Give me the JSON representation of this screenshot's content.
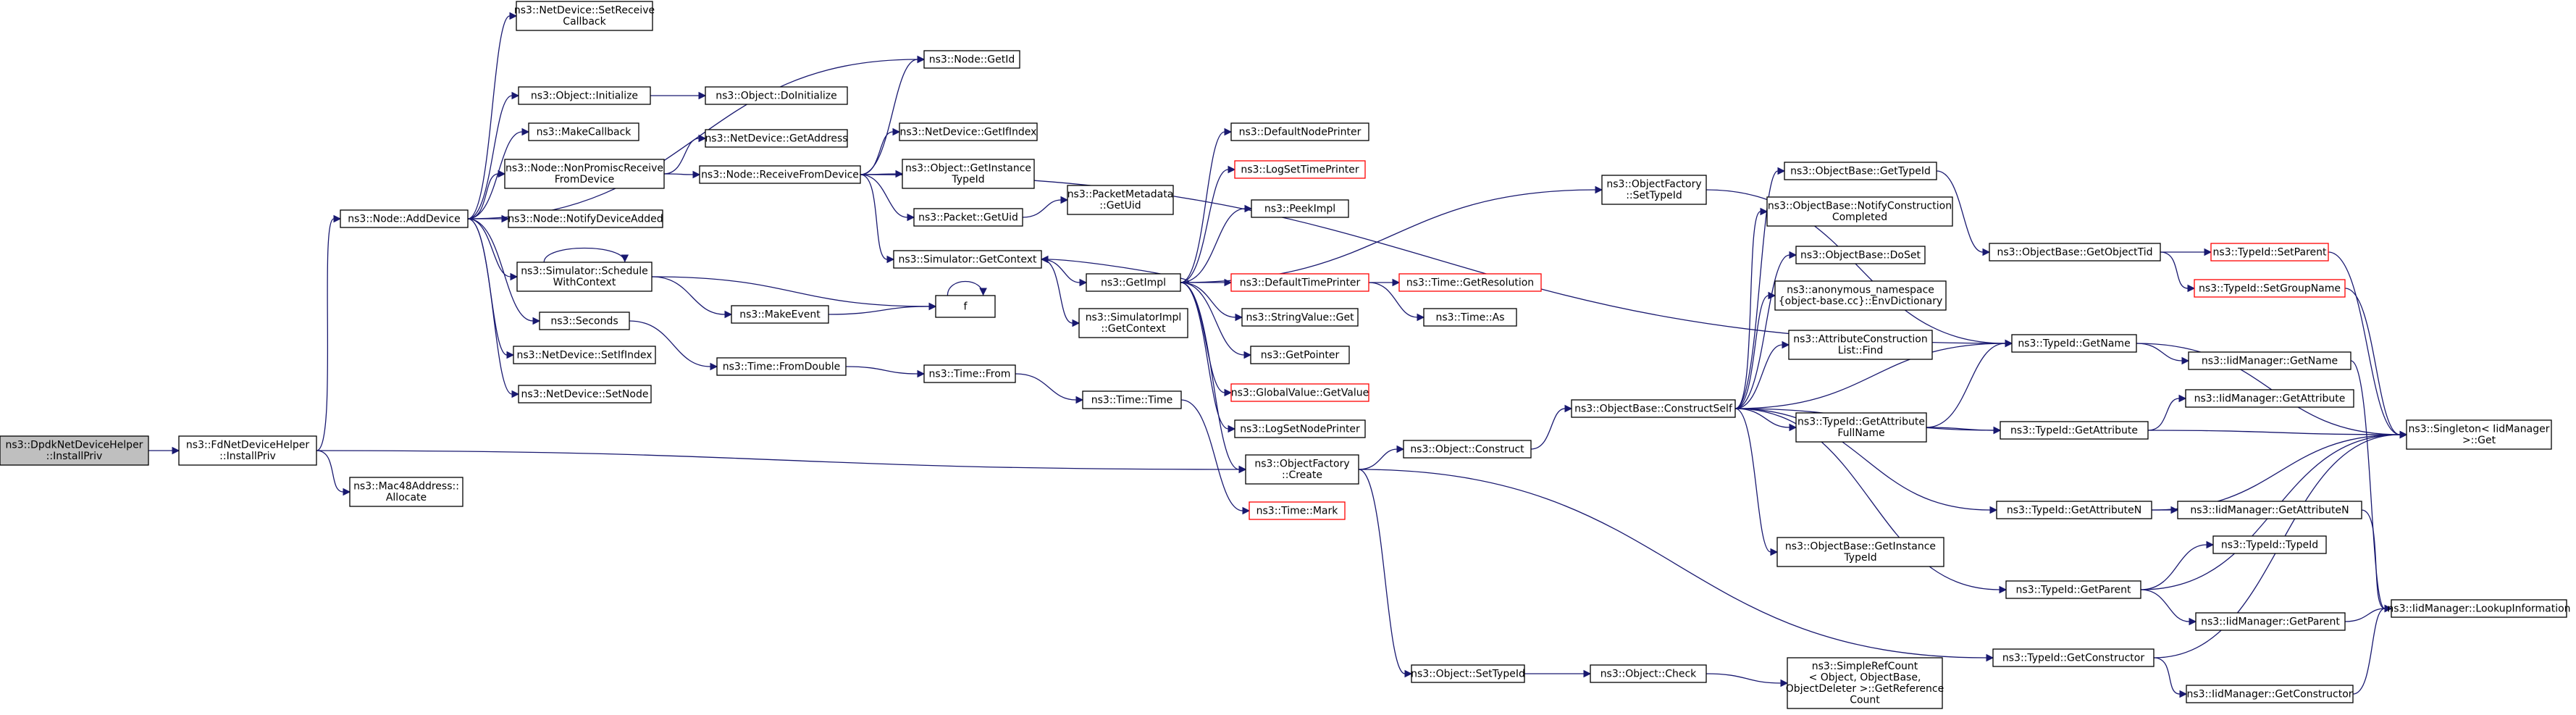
{
  "diagram": {
    "title": "ns3::DpdkNetDeviceHelper::InstallPriv call graph",
    "nodes": [
      {
        "id": "dpdk",
        "lines": [
          "ns3::DpdkNetDeviceHelper",
          "::InstallPriv"
        ],
        "style": "root"
      },
      {
        "id": "fdi",
        "lines": [
          "ns3::FdNetDeviceHelper",
          "::InstallPriv"
        ]
      },
      {
        "id": "adddev",
        "lines": [
          "ns3::Node::AddDevice"
        ]
      },
      {
        "id": "mac48",
        "lines": [
          "ns3::Mac48Address::",
          "Allocate"
        ]
      },
      {
        "id": "objcreate",
        "lines": [
          "ns3::ObjectFactory",
          "::Create"
        ]
      },
      {
        "id": "setrecv",
        "lines": [
          "ns3::NetDevice::SetReceive",
          "Callback"
        ]
      },
      {
        "id": "getid",
        "lines": [
          "ns3::Node::GetId"
        ]
      },
      {
        "id": "init",
        "lines": [
          "ns3::Object::Initialize"
        ]
      },
      {
        "id": "doinit",
        "lines": [
          "ns3::Object::DoInitialize"
        ]
      },
      {
        "id": "makecb",
        "lines": [
          "ns3::MakeCallback"
        ]
      },
      {
        "id": "getaddr",
        "lines": [
          "ns3::NetDevice::GetAddress"
        ]
      },
      {
        "id": "nonprom",
        "lines": [
          "ns3::Node::NonPromiscReceive",
          "FromDevice"
        ]
      },
      {
        "id": "recvfrom",
        "lines": [
          "ns3::Node::ReceiveFromDevice"
        ]
      },
      {
        "id": "notify",
        "lines": [
          "ns3::Node::NotifyDeviceAdded"
        ]
      },
      {
        "id": "schedctx",
        "lines": [
          "ns3::Simulator::Schedule",
          "WithContext"
        ]
      },
      {
        "id": "seconds",
        "lines": [
          "ns3::Seconds"
        ]
      },
      {
        "id": "setifidx",
        "lines": [
          "ns3::NetDevice::SetIfIndex"
        ]
      },
      {
        "id": "setnode",
        "lines": [
          "ns3::NetDevice::SetNode"
        ]
      },
      {
        "id": "getifidx",
        "lines": [
          "ns3::NetDevice::GetIfIndex"
        ]
      },
      {
        "id": "getinsttype",
        "lines": [
          "ns3::Object::GetInstance",
          "TypeId"
        ]
      },
      {
        "id": "pktuid",
        "lines": [
          "ns3::Packet::GetUid"
        ]
      },
      {
        "id": "pmeta",
        "lines": [
          "ns3::PacketMetadata",
          "::GetUid"
        ]
      },
      {
        "id": "simctx",
        "lines": [
          "ns3::Simulator::GetContext"
        ]
      },
      {
        "id": "makeevent",
        "lines": [
          "ns3::MakeEvent"
        ]
      },
      {
        "id": "f",
        "lines": [
          "f"
        ]
      },
      {
        "id": "fromdouble",
        "lines": [
          "ns3::Time::FromDouble"
        ]
      },
      {
        "id": "from",
        "lines": [
          "ns3::Time::From"
        ]
      },
      {
        "id": "ttime",
        "lines": [
          "ns3::Time::Time"
        ]
      },
      {
        "id": "mark",
        "lines": [
          "ns3::Time::Mark"
        ],
        "style": "red"
      },
      {
        "id": "getimpl",
        "lines": [
          "ns3::GetImpl"
        ]
      },
      {
        "id": "simimplctx",
        "lines": [
          "ns3::SimulatorImpl",
          "::GetContext"
        ]
      },
      {
        "id": "defnode",
        "lines": [
          "ns3::DefaultNodePrinter"
        ]
      },
      {
        "id": "logsettime",
        "lines": [
          "ns3::LogSetTimePrinter"
        ],
        "style": "red"
      },
      {
        "id": "peekimpl",
        "lines": [
          "ns3::PeekImpl"
        ]
      },
      {
        "id": "deftime",
        "lines": [
          "ns3::DefaultTimePrinter"
        ],
        "style": "red"
      },
      {
        "id": "strget",
        "lines": [
          "ns3::StringValue::Get"
        ]
      },
      {
        "id": "getptr",
        "lines": [
          "ns3::GetPointer"
        ]
      },
      {
        "id": "gvget",
        "lines": [
          "ns3::GlobalValue::GetValue"
        ],
        "style": "red"
      },
      {
        "id": "logsetnode",
        "lines": [
          "ns3::LogSetNodePrinter"
        ]
      },
      {
        "id": "getres",
        "lines": [
          "ns3::Time::GetResolution"
        ],
        "style": "red"
      },
      {
        "id": "timeas",
        "lines": [
          "ns3::Time::As"
        ]
      },
      {
        "id": "ofsettype",
        "lines": [
          "ns3::ObjectFactory",
          "::SetTypeId"
        ]
      },
      {
        "id": "objconstruct",
        "lines": [
          "ns3::Object::Construct"
        ]
      },
      {
        "id": "objsettype",
        "lines": [
          "ns3::Object::SetTypeId"
        ]
      },
      {
        "id": "objcheck",
        "lines": [
          "ns3::Object::Check"
        ]
      },
      {
        "id": "simplerefcount",
        "lines": [
          "ns3::SimpleRefCount",
          "< Object, ObjectBase,",
          "ObjectDeleter >::GetReference",
          "Count"
        ]
      },
      {
        "id": "cself",
        "lines": [
          "ns3::ObjectBase::ConstructSelf"
        ]
      },
      {
        "id": "obgettype",
        "lines": [
          "ns3::ObjectBase::GetTypeId"
        ]
      },
      {
        "id": "obnotify",
        "lines": [
          "ns3::ObjectBase::NotifyConstruction",
          "Completed"
        ]
      },
      {
        "id": "obdoset",
        "lines": [
          "ns3::ObjectBase::DoSet"
        ]
      },
      {
        "id": "envdict",
        "lines": [
          "ns3::anonymous_namespace",
          "{object-base.cc}::EnvDictionary"
        ]
      },
      {
        "id": "acfind",
        "lines": [
          "ns3::AttributeConstruction",
          "List::Find"
        ]
      },
      {
        "id": "tgafull",
        "lines": [
          "ns3::TypeId::GetAttribute",
          "FullName"
        ]
      },
      {
        "id": "obgetinst",
        "lines": [
          "ns3::ObjectBase::GetInstance",
          "TypeId"
        ]
      },
      {
        "id": "getobjtid",
        "lines": [
          "ns3::ObjectBase::GetObjectTid"
        ]
      },
      {
        "id": "tgetname",
        "lines": [
          "ns3::TypeId::GetName"
        ]
      },
      {
        "id": "tgetattr",
        "lines": [
          "ns3::TypeId::GetAttribute"
        ]
      },
      {
        "id": "tgetattrn",
        "lines": [
          "ns3::TypeId::GetAttributeN"
        ]
      },
      {
        "id": "tgetparent",
        "lines": [
          "ns3::TypeId::GetParent"
        ]
      },
      {
        "id": "tgetctor",
        "lines": [
          "ns3::TypeId::GetConstructor"
        ]
      },
      {
        "id": "tsetparent",
        "lines": [
          "ns3::TypeId::SetParent"
        ],
        "style": "red"
      },
      {
        "id": "tsetgroup",
        "lines": [
          "ns3::TypeId::SetGroupName"
        ],
        "style": "red"
      },
      {
        "id": "imgetname",
        "lines": [
          "ns3::IidManager::GetName"
        ]
      },
      {
        "id": "imgetattr",
        "lines": [
          "ns3::IidManager::GetAttribute"
        ]
      },
      {
        "id": "imgetattrn",
        "lines": [
          "ns3::IidManager::GetAttributeN"
        ]
      },
      {
        "id": "ttypeid",
        "lines": [
          "ns3::TypeId::TypeId"
        ]
      },
      {
        "id": "imgetparent",
        "lines": [
          "ns3::IidManager::GetParent"
        ]
      },
      {
        "id": "imgetctor",
        "lines": [
          "ns3::IidManager::GetConstructor"
        ]
      },
      {
        "id": "singleton",
        "lines": [
          "ns3::Singleton< IidManager",
          ">::Get"
        ]
      },
      {
        "id": "lookup",
        "lines": [
          "ns3::IidManager::LookupInformation"
        ]
      }
    ]
  }
}
